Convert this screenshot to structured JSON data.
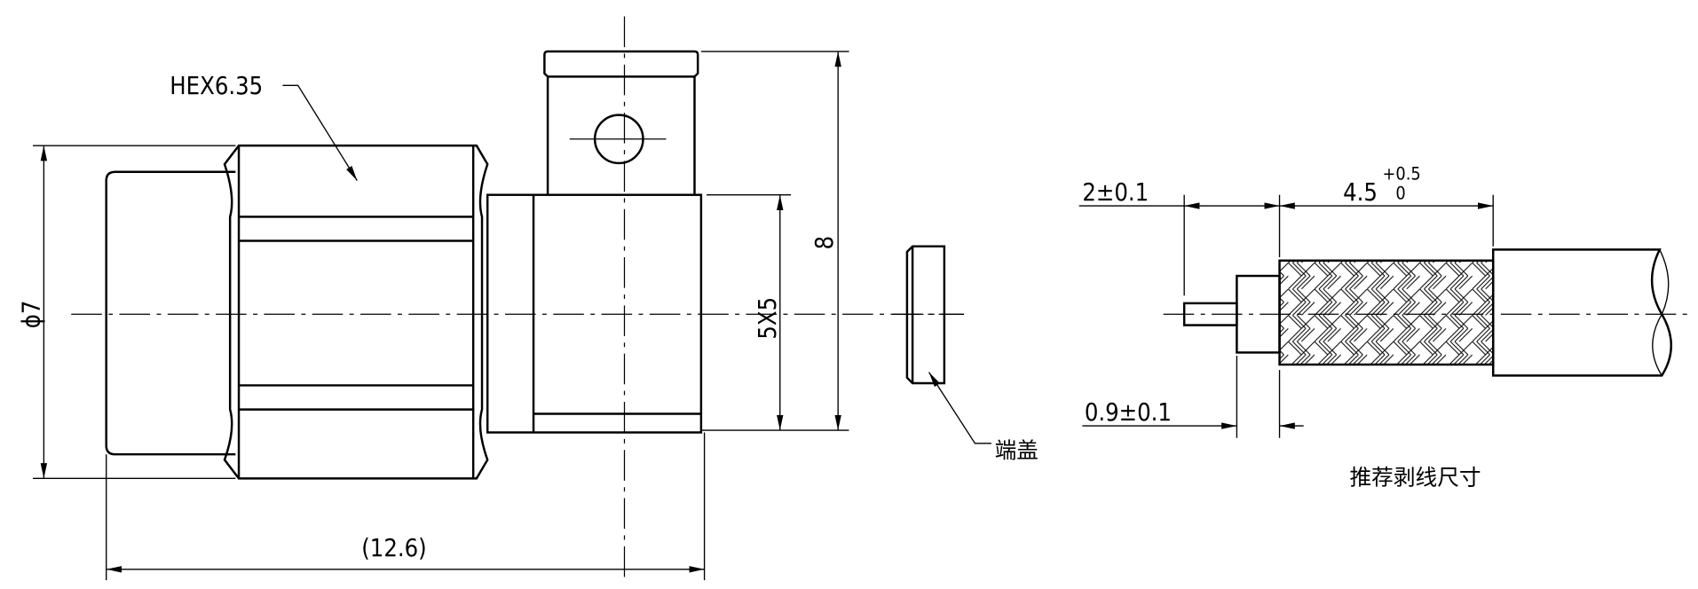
{
  "labels": {
    "hex": "HEX6.35",
    "diameter": "ϕ7",
    "height": "8",
    "body": "5X5",
    "length": "(12.6)",
    "end_cap": "端盖",
    "pin_length": "2±0.1",
    "braid_length": "4.5",
    "braid_tol_upper": "+0.5",
    "braid_tol_lower": "0",
    "dielectric_length": "0.9±0.1",
    "strip_title": "推荐剥线尺寸"
  }
}
